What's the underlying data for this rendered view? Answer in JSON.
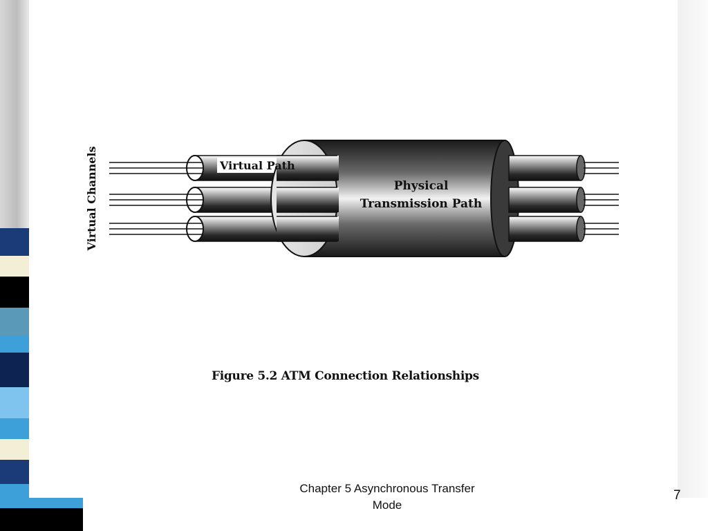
{
  "diagram": {
    "side_label": "Virtual Channels",
    "virtual_path_label": "Virtual Path",
    "physical_label_line1": "Physical",
    "physical_label_line2": "Transmission Path",
    "caption": "Figure 5.2 ATM Connection Relationships"
  },
  "footer": {
    "title_line1": "Chapter 5 Asynchronous Transfer",
    "title_line2": "Mode",
    "slide_number": "7"
  },
  "theme": {
    "stripe_colors": [
      "#1b3a78",
      "#3da0d8",
      "#f2efd6",
      "#000000",
      "#5a9ab8",
      "#3da0d8",
      "#0d2452",
      "#7fc4ee"
    ]
  }
}
